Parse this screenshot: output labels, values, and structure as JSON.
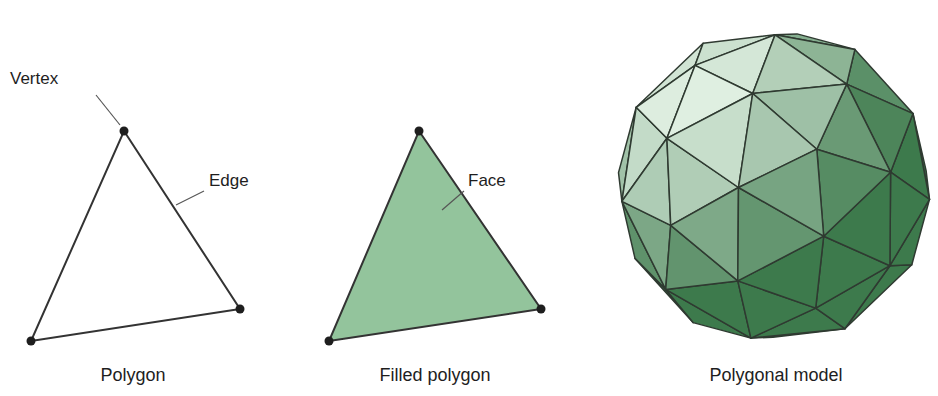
{
  "diagram": {
    "labels": [
      "Vertex",
      "Edge",
      "Face",
      "Polygon",
      "Filled polygon",
      "Polygonal model"
    ]
  }
}
